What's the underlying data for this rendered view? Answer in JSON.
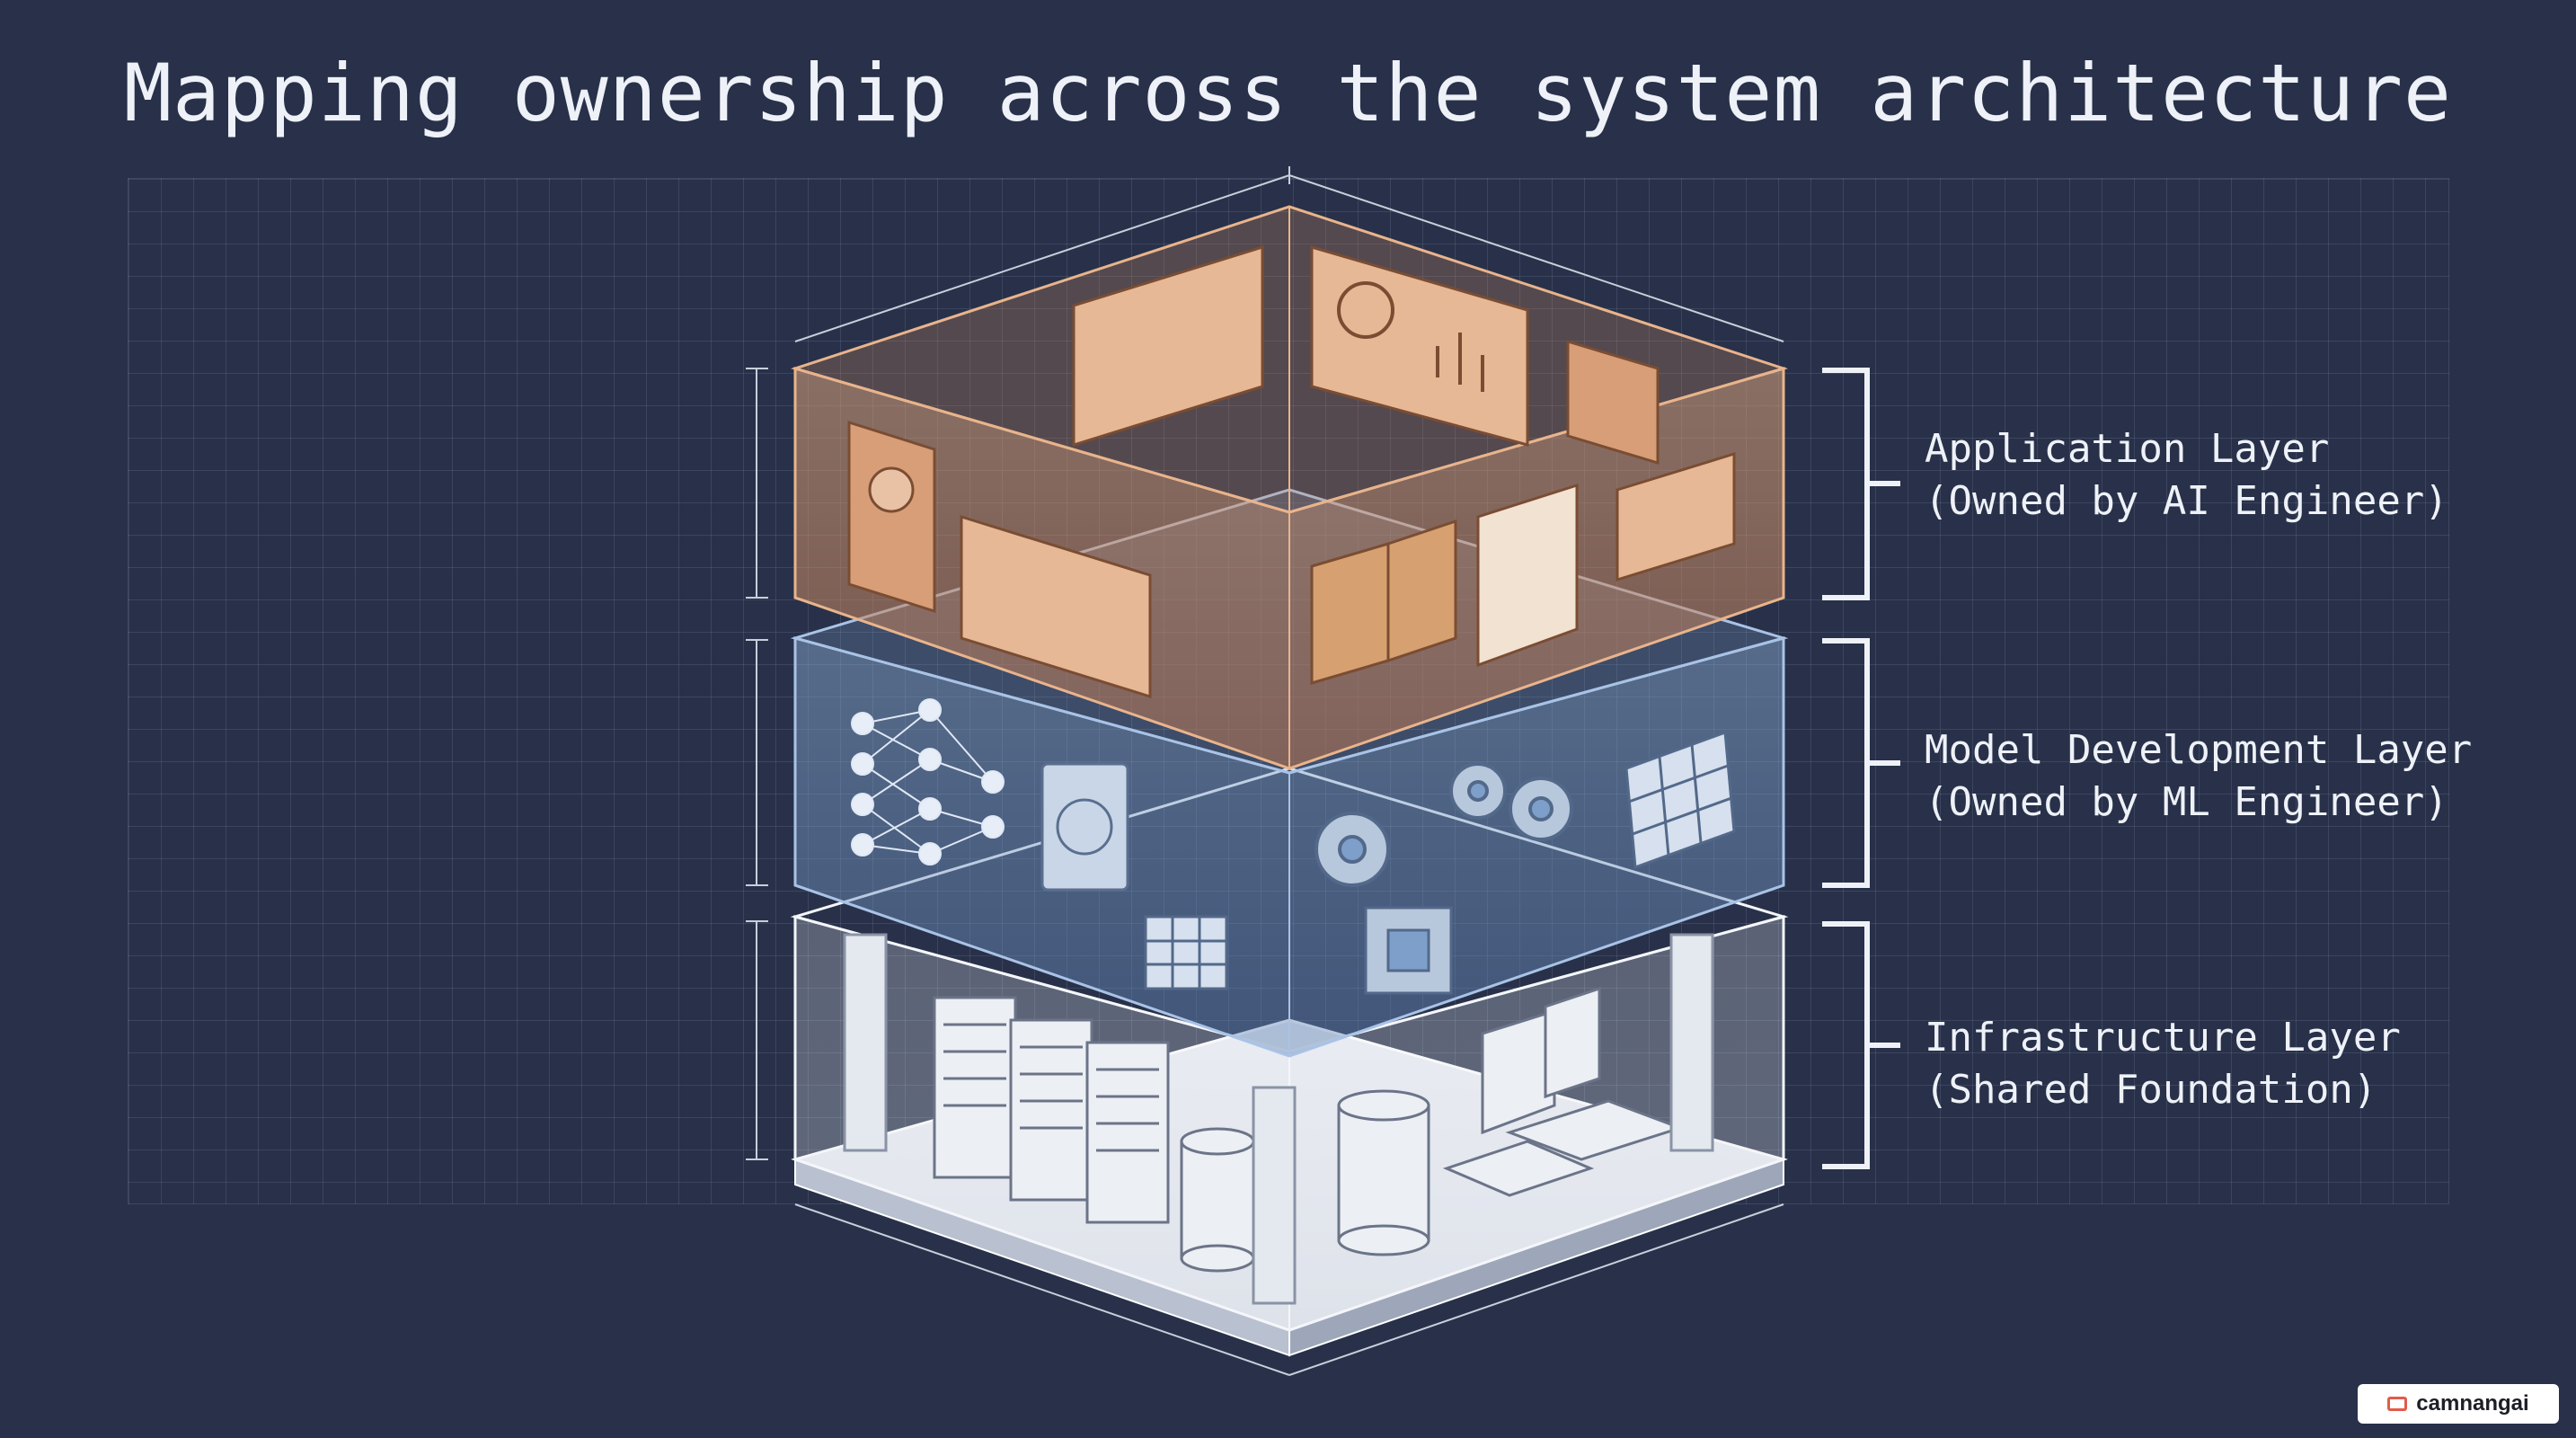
{
  "title": "Mapping ownership across the system architecture",
  "layers": [
    {
      "name": "Application Layer",
      "owner": "(Owned by AI Engineer)",
      "color": "#c98a5c"
    },
    {
      "name": "Model Development Layer",
      "owner": "(Owned by ML Engineer)",
      "color": "#7d9fc9"
    },
    {
      "name": "Infrastructure Layer",
      "owner": "(Shared Foundation)",
      "color": "#d9dde6"
    }
  ],
  "watermark": {
    "text": "camnangai",
    "icon": "book-icon"
  },
  "colors": {
    "background": "#283149",
    "text": "#eef1f7",
    "application": "#c98a5c",
    "model": "#7d9fc9",
    "infrastructure": "#d9dde6"
  }
}
